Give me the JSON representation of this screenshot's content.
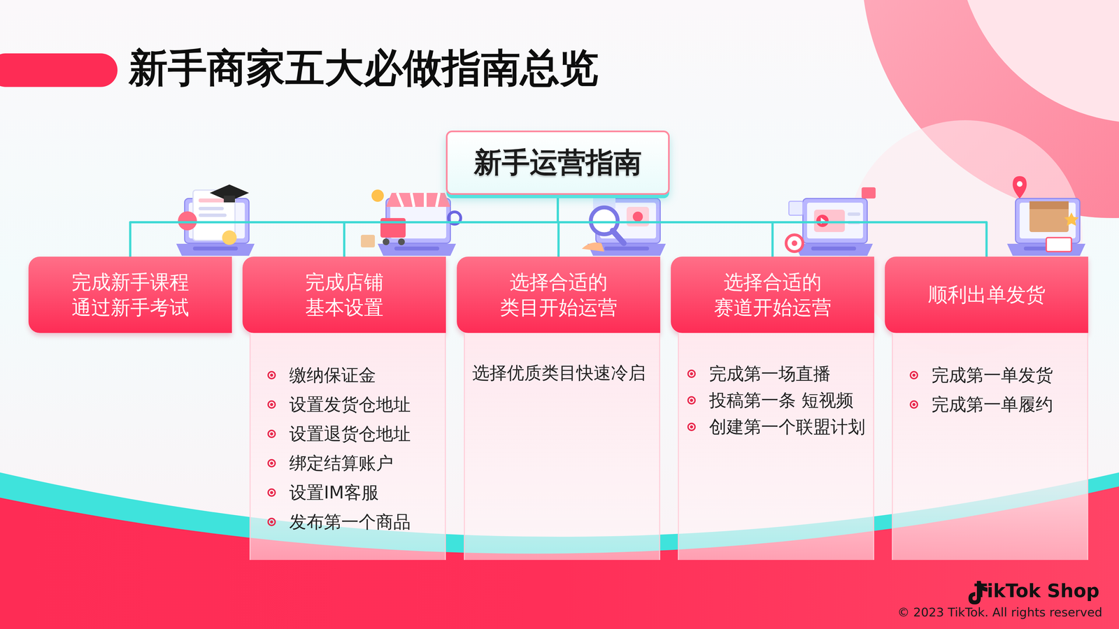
{
  "diagram": {
    "title": "新手商家五大必做指南总览",
    "nodes": [
      {
        "text": [
          "新手运营指南"
        ]
      },
      {
        "text": [
          "完成新手课程 通过新手考试"
        ]
      },
      {
        "text": [
          "完成店铺 基本设置",
          "缴纳保证金",
          "设置发货仓地址",
          "设置退货仓地址",
          "绑定结算账户",
          "设置IM客服",
          "发布第一个商品"
        ]
      },
      {
        "text": [
          "选择合适的 类目开始运营",
          "选择优质类目快速冷启"
        ]
      },
      {
        "text": [
          "选择合适的 赛道开始运营",
          "完成第一场直播",
          "投稿第一条 短视频",
          "创建第一个联盟计划"
        ]
      },
      {
        "text": [
          "顺利出单发货",
          "完成第一单发货",
          "完成第一单履约"
        ]
      }
    ],
    "edges": [
      {
        "from": 0,
        "to": 1,
        "arrow": "none"
      },
      {
        "from": 0,
        "to": 2,
        "arrow": "none"
      },
      {
        "from": 0,
        "to": 3,
        "arrow": "none"
      },
      {
        "from": 0,
        "to": 4,
        "arrow": "none"
      },
      {
        "from": 0,
        "to": 5,
        "arrow": "none"
      }
    ],
    "labels": [
      "TikTok Shop",
      "© 2023 TikTok. All rights reserved"
    ]
  }
}
